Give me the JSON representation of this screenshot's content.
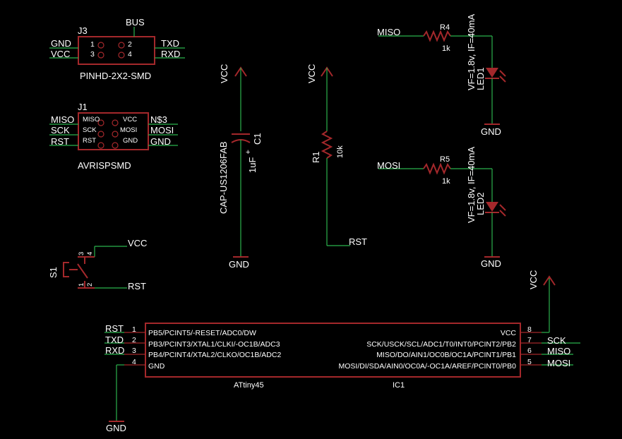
{
  "colors": {
    "background": "#000000",
    "symbol": "#a4282b",
    "wire": "#2bb24c",
    "text": "#ffffff"
  },
  "j3": {
    "name": "J3",
    "value": "PINHD-2X2-SMD",
    "bus_label": "BUS",
    "pins": [
      "1",
      "3",
      "2",
      "4"
    ],
    "nets": {
      "left1": "GND",
      "left2": "VCC",
      "right1": "TXD",
      "right2": "RXD"
    }
  },
  "j1": {
    "name": "J1",
    "value": "AVRISPSMD",
    "pin_labels": [
      "MISO",
      "SCK",
      "RST",
      "VCC",
      "MOSI",
      "GND"
    ],
    "nets": {
      "left1": "MISO",
      "left2": "SCK",
      "left3": "RST",
      "right1": "N$3",
      "right2": "MOSI",
      "right3": "GND"
    }
  },
  "c1": {
    "name": "C1",
    "value": "1uF",
    "package": "CAP-US1206FAB",
    "top": "VCC",
    "bottom": "GND",
    "polarity": "+"
  },
  "r1": {
    "name": "R1",
    "value": "10k",
    "top": "VCC",
    "bottom": "RST"
  },
  "r4": {
    "name": "R4",
    "value": "1k",
    "net": "MISO"
  },
  "led1": {
    "name": "LED1",
    "spec": "VF=1.8v, IF=40mA",
    "bottom": "GND"
  },
  "r5": {
    "name": "R5",
    "value": "1k",
    "net": "MOSI"
  },
  "led2": {
    "name": "LED2",
    "spec": "VF=1.8v, IF=40mA",
    "bottom": "GND"
  },
  "s1": {
    "name": "S1",
    "pins": [
      "3",
      "4",
      "1",
      "2"
    ],
    "top": "VCC",
    "bottom": "RST"
  },
  "ic1": {
    "name": "IC1",
    "value": "ATtiny45",
    "left_pins": [
      {
        "num": "1",
        "label": "PB5/PCINT5/-RESET/ADC0/DW",
        "net": "RST"
      },
      {
        "num": "2",
        "label": "PB3/PCINT3/XTAL1/CLKI/-OC1B/ADC3",
        "net": "TXD"
      },
      {
        "num": "3",
        "label": "PB4/PCINT4/XTAL2/CLKO/OC1B/ADC2",
        "net": "RXD"
      },
      {
        "num": "4",
        "label": "GND",
        "net": "GND"
      }
    ],
    "right_pins": [
      {
        "num": "8",
        "label": "VCC",
        "net": "VCC"
      },
      {
        "num": "7",
        "label": "SCK/USCK/SCL/ADC1/T0/INT0/PCINT2/PB2",
        "net": "SCK"
      },
      {
        "num": "6",
        "label": "MISO/DO/AIN1/OC0B/OC1A/PCINT1/PB1",
        "net": "MISO"
      },
      {
        "num": "5",
        "label": "MOSI/DI/SDA/AIN0/OC0A/-OC1A/AREF/PCINT0/PB0",
        "net": "MOSI"
      }
    ]
  }
}
